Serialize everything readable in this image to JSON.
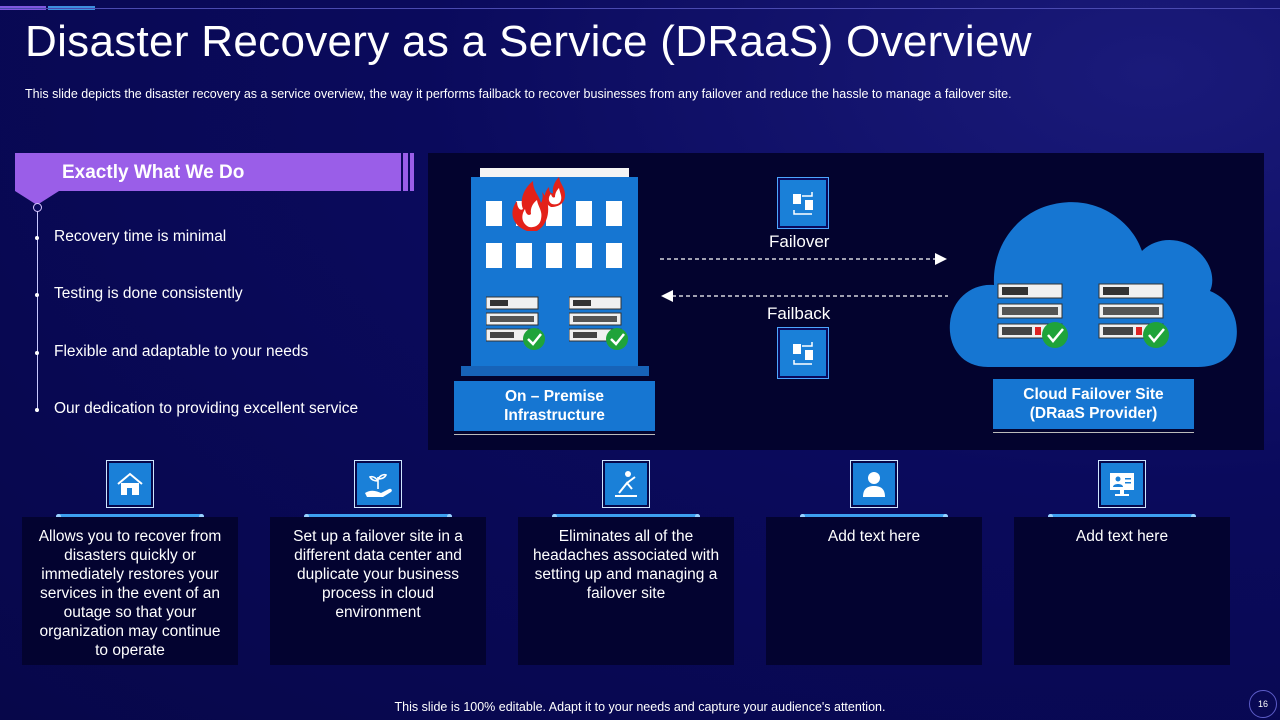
{
  "slide": {
    "title": "Disaster Recovery as a Service (DRaaS) Overview",
    "subtitle": "This slide depicts the disaster recovery as a service overview,  the way it performs failback to recover businesses from any failover  and reduce the hassle to manage a failover site.",
    "page_number": "16",
    "footer": "This slide is 100% editable. Adapt it to your needs and capture your audience's attention."
  },
  "what_we_do": {
    "heading": "Exactly What We Do",
    "items": [
      "Recovery time is minimal",
      "Testing is done consistently",
      "Flexible and adaptable to your needs",
      "Our dedication to providing excellent service"
    ]
  },
  "diagram": {
    "on_premise_label": "On – Premise\nInfrastructure",
    "cloud_label": "Cloud Failover Site\n(DRaaS Provider)",
    "failover_label": "Failover",
    "failback_label": "Failback"
  },
  "cards": [
    {
      "icon": "house-icon",
      "text": "Allows you to recover from disasters quickly or immediately restores your services in the event of an outage so that your organization may continue to operate"
    },
    {
      "icon": "hand-plant-icon",
      "text": "Set up a failover site in a different data center and duplicate your business process in cloud environment"
    },
    {
      "icon": "person-relax-icon",
      "text": "Eliminates all of the headaches associated with setting up and managing a failover site"
    },
    {
      "icon": "user-icon",
      "text": "Add text here"
    },
    {
      "icon": "monitor-user-icon",
      "text": "Add text here"
    }
  ],
  "colors": {
    "background": "#0a0a5c",
    "accent_purple": "#9a5ee8",
    "accent_blue": "#1676d2",
    "panel": "#03032e"
  }
}
